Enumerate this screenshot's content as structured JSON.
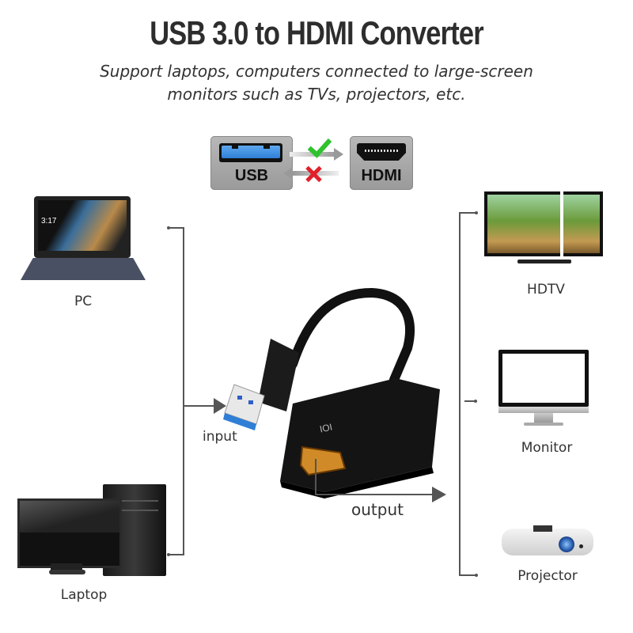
{
  "header": {
    "title": "USB 3.0 to HDMI Converter",
    "subtitle_line1": "Support laptops, computers connected to large-screen",
    "subtitle_line2": "monitors such as TVs, projectors, etc."
  },
  "direction_badge": {
    "source_label": "USB",
    "target_label": "HDMI",
    "forward": {
      "direction": "USB to HDMI",
      "status": "supported",
      "icon": "check-icon",
      "color": "#2fc22f"
    },
    "reverse": {
      "direction": "HDMI to USB",
      "status": "not supported",
      "icon": "cross-icon",
      "color": "#e0202a"
    }
  },
  "adapter": {
    "input_label": "input",
    "output_label": "output",
    "port_marking": "IOI"
  },
  "sources": [
    {
      "label": "PC",
      "icon": "laptop-icon"
    },
    {
      "label": "Laptop",
      "icon": "desktop-computer-icon"
    }
  ],
  "destinations": [
    {
      "label": "HDTV",
      "icon": "tv-icon"
    },
    {
      "label": "Monitor",
      "icon": "monitor-icon"
    },
    {
      "label": "Projector",
      "icon": "projector-icon"
    }
  ],
  "colors": {
    "usb_blue": "#2f7fd6",
    "hdmi_gold": "#d08a28",
    "connector_line": "#555555"
  }
}
